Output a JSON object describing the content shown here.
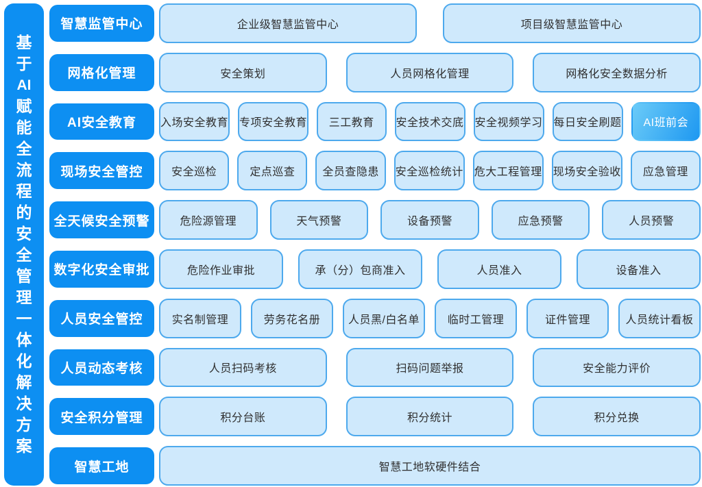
{
  "colors": {
    "primary_blue": "#0d8ff2",
    "cell_fill": "#cfe9fc",
    "cell_border": "#4da9ed",
    "highlight_gradient_start": "#6bcbf8",
    "highlight_gradient_end": "#1e98f1",
    "cell_text": "#303030",
    "label_text": "#ffffff"
  },
  "sidebar": {
    "title": "基于AI赋能全流程的安全管理一体化解决方案"
  },
  "rows": [
    {
      "label": "智慧监管中心",
      "cells": [
        {
          "text": "企业级智慧监管中心",
          "highlight": false
        },
        {
          "text": "项目级智慧监管中心",
          "highlight": false
        }
      ]
    },
    {
      "label": "网格化管理",
      "cells": [
        {
          "text": "安全策划",
          "highlight": false
        },
        {
          "text": "人员网格化管理",
          "highlight": false
        },
        {
          "text": "网格化安全数据分析",
          "highlight": false
        }
      ]
    },
    {
      "label": "AI安全教育",
      "cells": [
        {
          "text": "入场安全教育",
          "highlight": false
        },
        {
          "text": "专项安全教育",
          "highlight": false
        },
        {
          "text": "三工教育",
          "highlight": false
        },
        {
          "text": "安全技术交底",
          "highlight": false
        },
        {
          "text": "安全视频学习",
          "highlight": false
        },
        {
          "text": "每日安全刷题",
          "highlight": false
        },
        {
          "text": "AI班前会",
          "highlight": true
        }
      ]
    },
    {
      "label": "现场安全管控",
      "cells": [
        {
          "text": "安全巡检",
          "highlight": false
        },
        {
          "text": "定点巡查",
          "highlight": false
        },
        {
          "text": "全员查隐患",
          "highlight": false
        },
        {
          "text": "安全巡检统计",
          "highlight": false
        },
        {
          "text": "危大工程管理",
          "highlight": false
        },
        {
          "text": "现场安全验收",
          "highlight": false
        },
        {
          "text": "应急管理",
          "highlight": false
        }
      ]
    },
    {
      "label": "全天候安全预警",
      "cells": [
        {
          "text": "危险源管理",
          "highlight": false
        },
        {
          "text": "天气预警",
          "highlight": false
        },
        {
          "text": "设备预警",
          "highlight": false
        },
        {
          "text": "应急预警",
          "highlight": false
        },
        {
          "text": "人员预警",
          "highlight": false
        }
      ]
    },
    {
      "label": "数字化安全审批",
      "cells": [
        {
          "text": "危险作业审批",
          "highlight": false
        },
        {
          "text": "承（分）包商准入",
          "highlight": false
        },
        {
          "text": "人员准入",
          "highlight": false
        },
        {
          "text": "设备准入",
          "highlight": false
        }
      ]
    },
    {
      "label": "人员安全管控",
      "cells": [
        {
          "text": "实名制管理",
          "highlight": false
        },
        {
          "text": "劳务花名册",
          "highlight": false
        },
        {
          "text": "人员黑/白名单",
          "highlight": false
        },
        {
          "text": "临时工管理",
          "highlight": false
        },
        {
          "text": "证件管理",
          "highlight": false
        },
        {
          "text": "人员统计看板",
          "highlight": false
        }
      ]
    },
    {
      "label": "人员动态考核",
      "cells": [
        {
          "text": "人员扫码考核",
          "highlight": false
        },
        {
          "text": "扫码问题举报",
          "highlight": false
        },
        {
          "text": "安全能力评价",
          "highlight": false
        }
      ]
    },
    {
      "label": "安全积分管理",
      "cells": [
        {
          "text": "积分台账",
          "highlight": false
        },
        {
          "text": "积分统计",
          "highlight": false
        },
        {
          "text": "积分兑换",
          "highlight": false
        }
      ]
    },
    {
      "label": "智慧工地",
      "cells": [
        {
          "text": "智慧工地软硬件结合",
          "highlight": false
        }
      ]
    }
  ]
}
